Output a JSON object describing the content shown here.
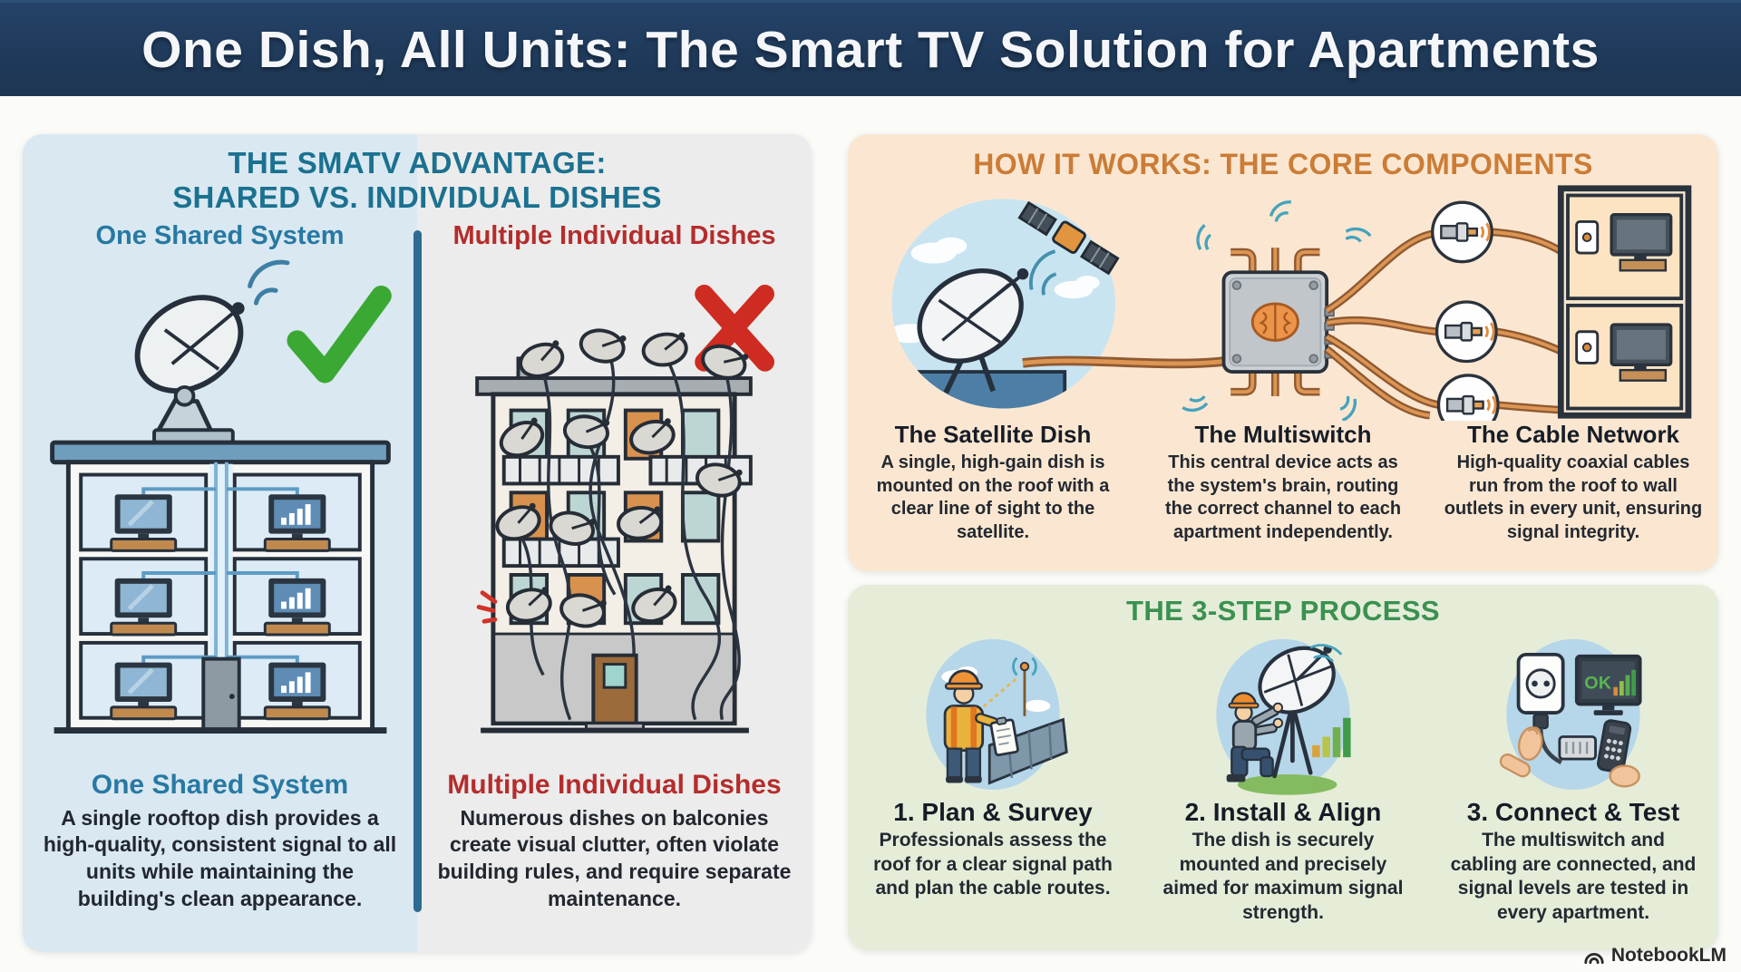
{
  "header": {
    "title": "One Dish, All Units: The Smart TV Solution for Apartments"
  },
  "comparison_panel": {
    "heading_line1": "THE SMATV ADVANTAGE:",
    "heading_line2": "SHARED VS. INDIVIDUAL DISHES",
    "shared": {
      "title": "One Shared System",
      "description": "A single rooftop dish provides a high-quality, consistent signal to all units while maintaining the building's clean appearance.",
      "verdict_icon": "green-checkmark"
    },
    "individual": {
      "title": "Multiple Individual Dishes",
      "description": "Numerous dishes on balconies create visual clutter, often violate building rules, and require separate maintenance.",
      "verdict_icon": "red-cross"
    }
  },
  "components_panel": {
    "heading": "HOW IT WORKS: THE CORE COMPONENTS",
    "items": [
      {
        "title": "The Satellite Dish",
        "description": "A single, high-gain dish is mounted on the roof with a clear line of sight to the satellite.",
        "icon": "satellite-dish-icon"
      },
      {
        "title": "The Multiswitch",
        "description": "This central device acts as the system's brain, routing the correct channel to each apartment independently.",
        "icon": "multiswitch-icon"
      },
      {
        "title": "The Cable Network",
        "description": "High-quality coaxial cables run from the roof to wall outlets in every unit, ensuring signal integrity.",
        "icon": "cable-network-icon"
      }
    ]
  },
  "process_panel": {
    "heading": "THE 3-STEP PROCESS",
    "ok_label": "OK",
    "steps": [
      {
        "title": "1. Plan & Survey",
        "description": "Professionals assess the roof for a clear signal path and plan the cable routes.",
        "icon": "plan-survey-icon"
      },
      {
        "title": "2. Install & Align",
        "description": "The dish is securely mounted and precisely aimed for maximum signal strength.",
        "icon": "install-align-icon"
      },
      {
        "title": "3. Connect & Test",
        "description": "The multiswitch and cabling are connected, and signal levels are tested in every apartment.",
        "icon": "connect-test-icon"
      }
    ]
  },
  "footer": {
    "brand": "NotebookLM"
  },
  "colors": {
    "header_bg": "#1f3a5a",
    "shared_bg": "#d9e8f1",
    "individual_bg": "#ebeceb",
    "components_bg": "#fbe7d1",
    "process_bg": "#e5edd9",
    "teal_heading": "#1b7190",
    "blue_heading": "#2779a3",
    "red_heading": "#b52c2c",
    "orange_heading": "#cb7c36",
    "green_heading": "#3a9150",
    "check_green": "#3aa833",
    "cross_red": "#ce2b22",
    "divider": "#2e6b92"
  }
}
